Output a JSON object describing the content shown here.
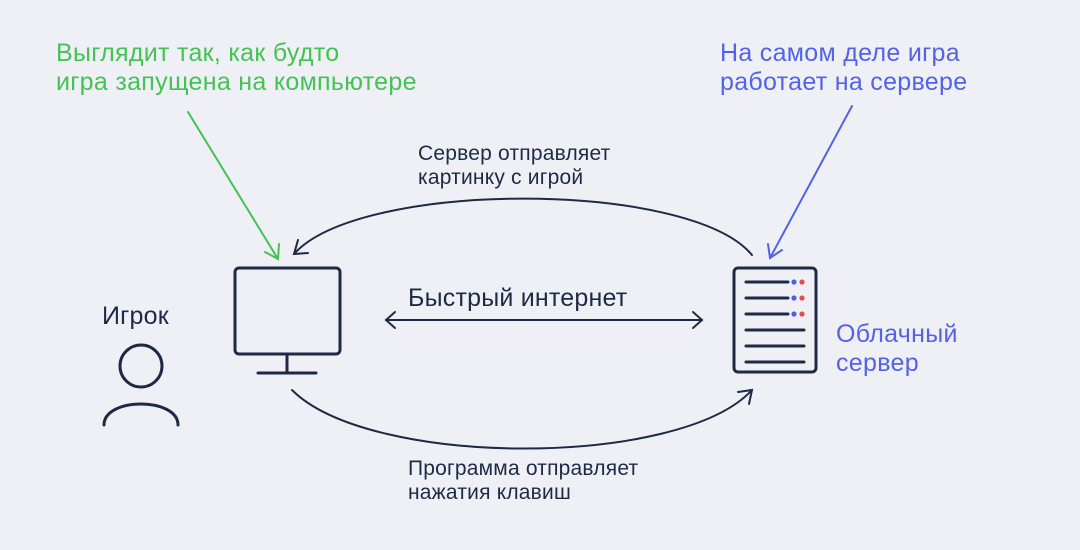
{
  "labels": {
    "looks_like": "Выглядит так, как будто\nигра запущена на компьютере",
    "actually": "На самом деле игра\nработает на сервере",
    "server_sends": "Сервер отправляет\nкартинку с игрой",
    "fast_internet": "Быстрый интернет",
    "program_sends": "Программа отправляет\nнажатия клавиш",
    "player": "Игрок",
    "cloud_server": "Облачный\nсервер"
  },
  "colors": {
    "green": "#45c254",
    "blue": "#5462e6",
    "dark": "#1e2a45",
    "background": "#eef0f6",
    "led_red": "#ee4a4a",
    "led_blue": "#4a63e6"
  },
  "icons": [
    "user-icon",
    "monitor-icon",
    "server-icon"
  ]
}
